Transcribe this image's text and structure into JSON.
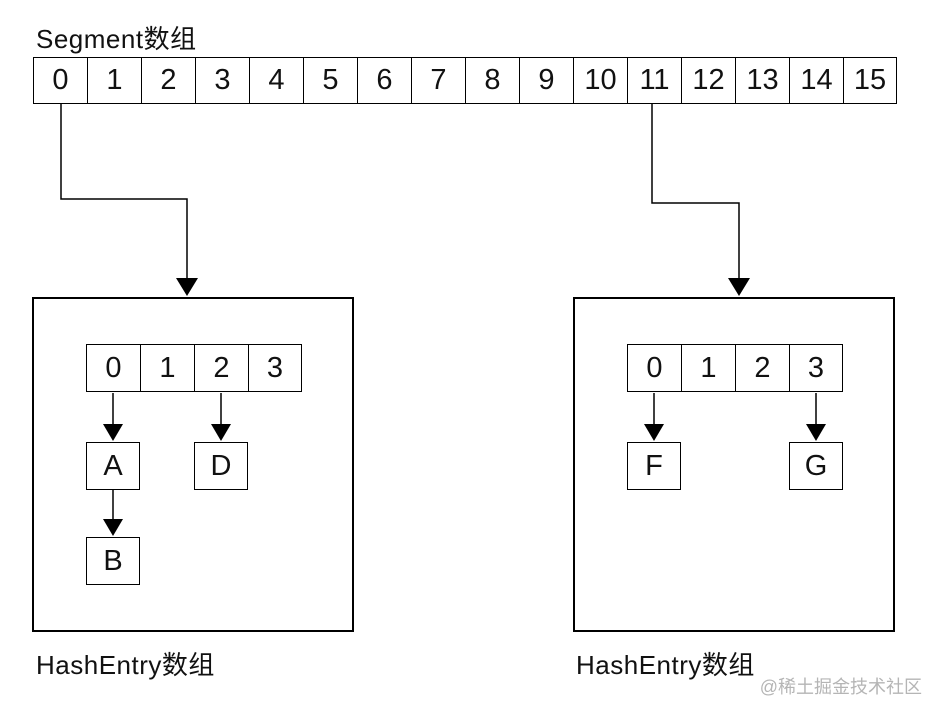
{
  "diagram": {
    "title": "Segment数组",
    "segment_array": {
      "cells": [
        "0",
        "1",
        "2",
        "3",
        "4",
        "5",
        "6",
        "7",
        "8",
        "9",
        "10",
        "11",
        "12",
        "13",
        "14",
        "15"
      ],
      "linked_cells": [
        "0",
        "11"
      ]
    },
    "left_hashentry": {
      "label": "HashEntry数组",
      "bucket_cells": [
        "0",
        "1",
        "2",
        "3"
      ],
      "nodes": {
        "a": "A",
        "b": "B",
        "d": "D"
      },
      "chains": [
        {
          "bucket": "0",
          "nodes": [
            "A",
            "B"
          ]
        },
        {
          "bucket": "2",
          "nodes": [
            "D"
          ]
        }
      ]
    },
    "right_hashentry": {
      "label": "HashEntry数组",
      "bucket_cells": [
        "0",
        "1",
        "2",
        "3"
      ],
      "nodes": {
        "f": "F",
        "g": "G"
      },
      "chains": [
        {
          "bucket": "0",
          "nodes": [
            "F"
          ]
        },
        {
          "bucket": "3",
          "nodes": [
            "G"
          ]
        }
      ]
    },
    "watermark": "@稀土掘金技术社区",
    "colors": {
      "line": "#000000",
      "text": "#111111",
      "watermark": "#b5b5b5",
      "background": "#ffffff"
    }
  }
}
